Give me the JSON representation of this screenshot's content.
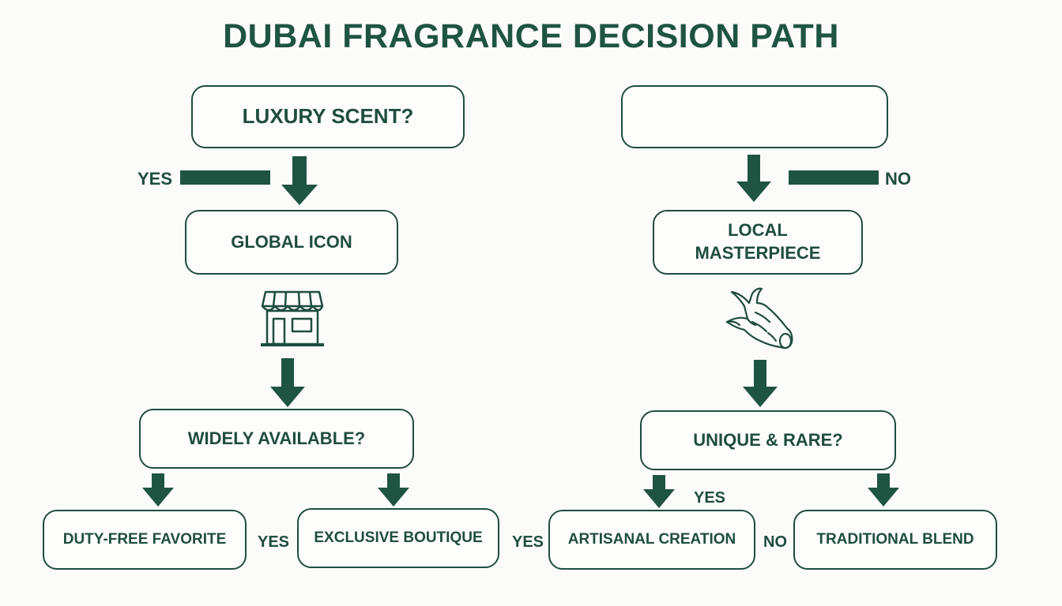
{
  "title": "DUBAI FRAGRANCE DECISION PATH",
  "colors": {
    "primary": "#1f5443",
    "node_border": "#1f4d3f",
    "background": "#fbfbfa"
  },
  "nodes": {
    "luxury_scent": "LUXURY SCENT?",
    "right_top": "",
    "global_icon": "GLOBAL ICON",
    "local_masterpiece": "LOCAL\nMASTERPIECE",
    "widely_available": "WIDELY AVAILABLE?",
    "unique_rare": "UNIQUE & RARE?",
    "duty_free": "DUTY-FREE FAVORITE",
    "exclusive_boutique": "EXCLUSIVE BOUTIQUE",
    "artisanal_creation": "ARTISANAL CREATION",
    "traditional_blend": "TRADITIONAL BLEND"
  },
  "labels": {
    "yes_left_top": "YES",
    "no_right_top": "NO",
    "yes_bottom_1": "YES",
    "yes_right_mid": "YES",
    "yes_bottom_2": "YES",
    "no_bottom": "NO"
  },
  "icons": {
    "store": "storefront-icon",
    "wood": "agarwood-icon"
  }
}
